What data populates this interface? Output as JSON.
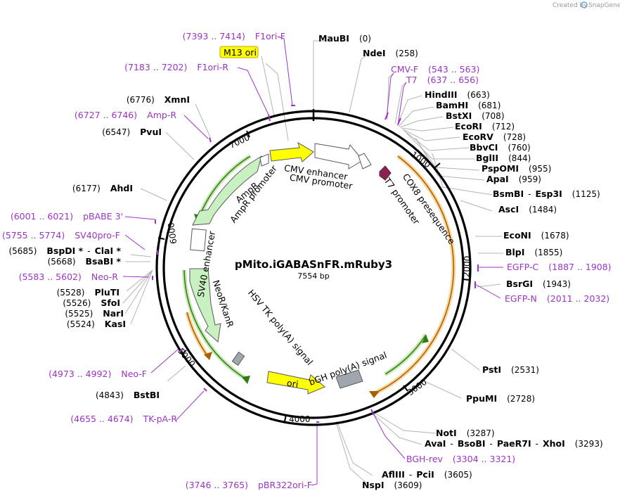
{
  "credit": {
    "created_by": "Created by",
    "brand": "SnapGene"
  },
  "plasmid": {
    "name": "pMito.iGABASnFR.mRuby3",
    "length_label": "7554 bp",
    "length": 7554
  },
  "ticks": [
    "1000",
    "2000",
    "3000",
    "4000",
    "5000",
    "6000",
    "7000"
  ],
  "features": {
    "cmv_enhancer": "CMV enhancer",
    "cmv_promoter": "CMV promoter",
    "cox8": "COX8 presequence",
    "t7_promoter": "T7 promoter",
    "sv40": "SV40 enhancer",
    "ampr": "AmpR",
    "ampr_promoter": "AmpR promoter",
    "neor": "NeoR/KanR",
    "hsv": "HSV TK poly(A) signal",
    "bgh": "bGH poly(A) signal",
    "ori": "ori",
    "m13": "M13 ori"
  },
  "labels": {
    "maubi": {
      "name": "MauBI",
      "pos": "(0)"
    },
    "ndei": {
      "name": "NdeI",
      "pos": "(258)"
    },
    "cmvf": {
      "range": "(543 .. 563)",
      "name": "CMV-F"
    },
    "t7": {
      "range": "(637 .. 656)",
      "name": "T7"
    },
    "hindiii": {
      "name": "HindIII",
      "pos": "(663)"
    },
    "bamhi": {
      "name": "BamHI",
      "pos": "(681)"
    },
    "bstxi": {
      "name": "BstXI",
      "pos": "(708)"
    },
    "ecori": {
      "name": "EcoRI",
      "pos": "(712)"
    },
    "ecorv": {
      "name": "EcoRV",
      "pos": "(728)"
    },
    "bbvci": {
      "name": "BbvCI",
      "pos": "(760)"
    },
    "bglii": {
      "name": "BglII",
      "pos": "(844)"
    },
    "pspomi": {
      "name": "PspOMI",
      "pos": "(955)"
    },
    "apai": {
      "name": "ApaI",
      "pos": "(959)"
    },
    "bsmbi": {
      "name": "BsmBI",
      "sep": "-",
      "name2": "Esp3I",
      "pos": "(1125)"
    },
    "asci": {
      "name": "AscI",
      "pos": "(1484)"
    },
    "econi": {
      "name": "EcoNI",
      "pos": "(1678)"
    },
    "blpi": {
      "name": "BlpI",
      "pos": "(1855)"
    },
    "egfpc": {
      "name": "EGFP-C",
      "range": "(1887 .. 1908)"
    },
    "bsrgi": {
      "name": "BsrGI",
      "pos": "(1943)"
    },
    "egfpn": {
      "name": "EGFP-N",
      "range": "(2011 .. 2032)"
    },
    "psti": {
      "name": "PstI",
      "pos": "(2531)"
    },
    "ppumi": {
      "name": "PpuMI",
      "pos": "(2728)"
    },
    "noti": {
      "name": "NotI",
      "pos": "(3287)"
    },
    "avai": {
      "name": "AvaI",
      "sep1": "-",
      "name2": "BsoBI",
      "sep2": "-",
      "name3": "PaeR7I",
      "sep3": "-",
      "name4": "XhoI",
      "pos": "(3293)"
    },
    "bghrev": {
      "name": "BGH-rev",
      "range": "(3304 .. 3321)"
    },
    "afliii": {
      "name": "AflIII",
      "sep": "-",
      "name2": "PciI",
      "pos": "(3605)"
    },
    "nspi": {
      "name": "NspI",
      "pos": "(3609)"
    },
    "pbr322": {
      "range": "(3746 .. 3765)",
      "name": "pBR322ori-F"
    },
    "tkpa": {
      "range": "(4655 .. 4674)",
      "name": "TK-pA-R"
    },
    "bstbi": {
      "pos": "(4843)",
      "name": "BstBI"
    },
    "neof": {
      "range": "(4973 .. 4992)",
      "name": "Neo-F"
    },
    "kasi": {
      "pos": "(5524)",
      "name": "KasI"
    },
    "nari": {
      "pos": "(5525)",
      "name": "NarI"
    },
    "sfoi": {
      "pos": "(5526)",
      "name": "SfoI"
    },
    "pluti": {
      "pos": "(5528)",
      "name": "PluTI"
    },
    "neor_primer": {
      "range": "(5583 .. 5602)",
      "name": "Neo-R"
    },
    "bsabi": {
      "pos": "(5668)",
      "name": "BsaBI *"
    },
    "bspdi": {
      "pos": "(5685)",
      "name": "BspDI *",
      "sep": "-",
      "name2": "ClaI *"
    },
    "sv40prof": {
      "range": "(5755 .. 5774)",
      "name": "SV40pro-F"
    },
    "pbabe": {
      "range": "(6001 .. 6021)",
      "name": "pBABE 3'"
    },
    "ahdi": {
      "pos": "(6177)",
      "name": "AhdI"
    },
    "pvui": {
      "pos": "(6547)",
      "name": "PvuI"
    },
    "ampr_primer": {
      "range": "(6727 .. 6746)",
      "name": "Amp-R"
    },
    "xmni": {
      "pos": "(6776)",
      "name": "XmnI"
    },
    "f1orir": {
      "range": "(7183 .. 7202)",
      "name": "F1ori-R"
    },
    "f1orif": {
      "range": "(7393 .. 7414)",
      "name": "F1ori-F"
    }
  },
  "colors": {
    "primer": "#9d34c6",
    "orange_feature": "#f5a623",
    "green_feature": "#7ec850",
    "promoter_fill": "#ffffff",
    "ori_fill": "#ffff00",
    "cox8_fill": "#8b2252",
    "polyA_fill": "#a0a6ad"
  }
}
